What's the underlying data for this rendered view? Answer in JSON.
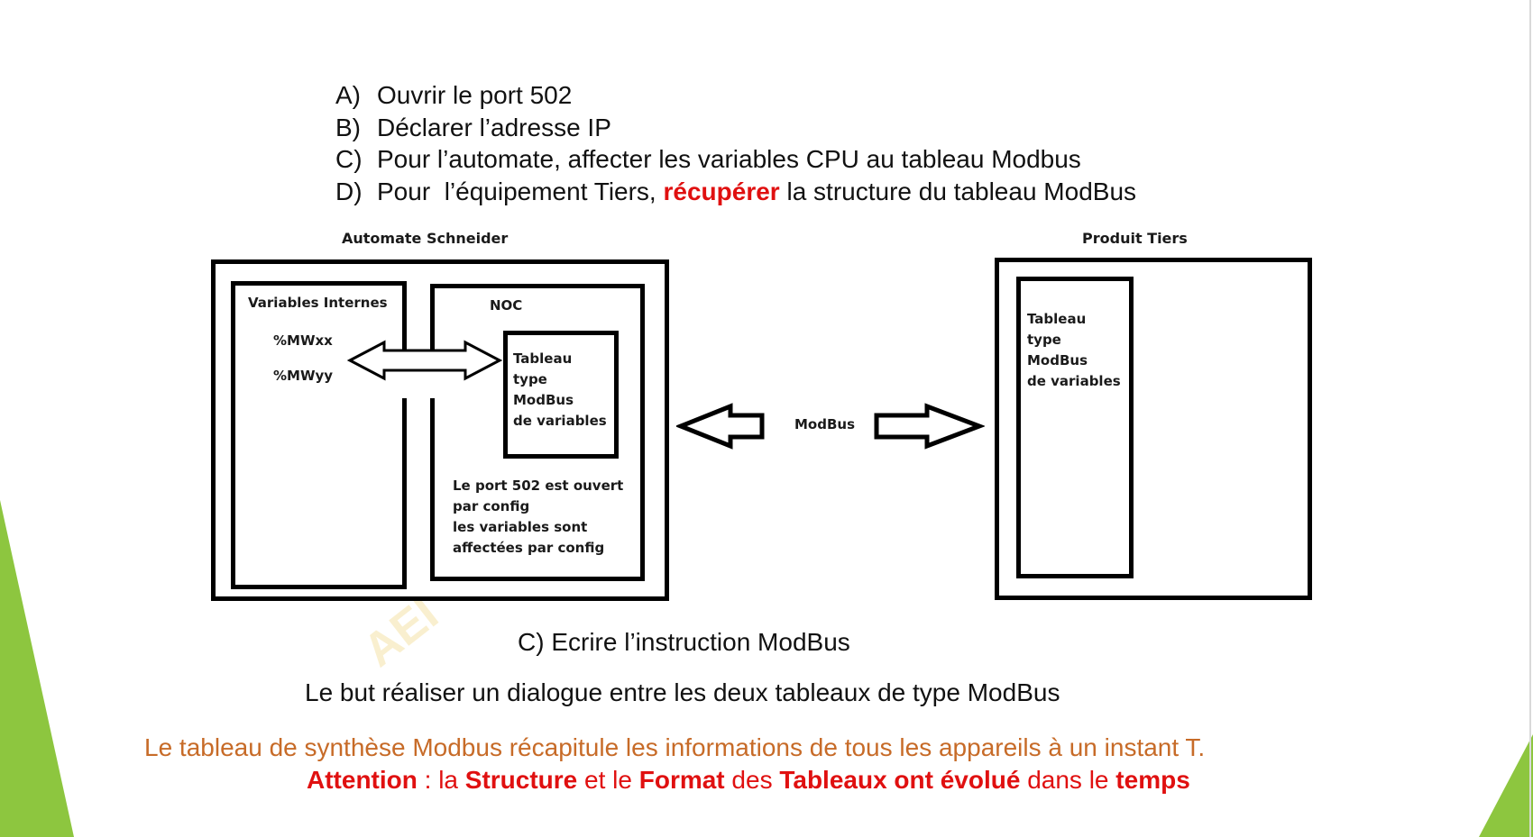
{
  "steps": [
    {
      "letter": "A)",
      "text": "Ouvrir le port 502"
    },
    {
      "letter": "B)",
      "text": "Déclarer l’adresse IP"
    },
    {
      "letter": "C)",
      "text": "Pour l’automate, affecter les variables CPU au tableau Modbus"
    },
    {
      "letter": "D)",
      "text_before": "Pour  l’équipement Tiers, ",
      "highlight": "récupérer",
      "text_after": " la structure du tableau ModBus"
    }
  ],
  "diagram": {
    "schneider": {
      "title": "Automate Schneider",
      "internal_vars": {
        "title": "Variables Internes",
        "items": [
          "%MWxx",
          "%MWyy"
        ]
      },
      "noc": {
        "title": "NOC",
        "table_lines": [
          "Tableau",
          "type",
          "ModBus",
          "de variables"
        ],
        "notes": [
          "Le port 502 est ouvert",
          "par config",
          "les variables sont",
          "affectées par config"
        ]
      }
    },
    "link_label": "ModBus",
    "tiers": {
      "title": "Produit Tiers",
      "table_lines": [
        "Tableau",
        "type",
        "ModBus",
        "de variables"
      ]
    }
  },
  "captions": {
    "instruction": "C) Ecrire l’instruction ModBus",
    "goal": "Le but réaliser un dialogue entre les deux tableaux de type ModBus"
  },
  "synthesis": "Le tableau de synthèse Modbus récapitule les informations de tous les appareils à un instant T.",
  "attention": {
    "p1": "Attention",
    "p2": " : la ",
    "p3": "Structure",
    "p4": " et le ",
    "p5": "Format",
    "p6": " des ",
    "p7": "Tableaux ont évolué",
    "p8": " dans le ",
    "p9": "temps"
  },
  "watermark": "AEI",
  "colors": {
    "accent_red": "#e01010",
    "synthesis_orange": "#c76b28",
    "deco_green": "#8dc63f"
  }
}
